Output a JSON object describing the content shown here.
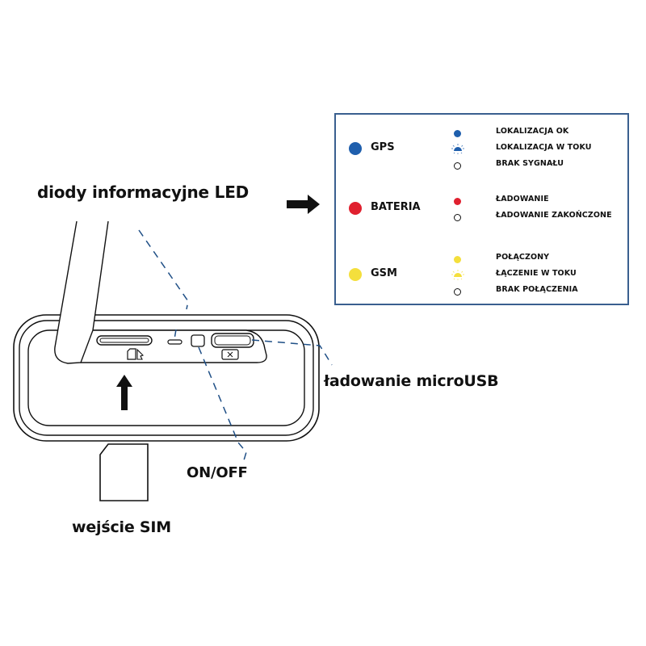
{
  "labels": {
    "led": "diody informacyjne LED",
    "usb": "ładowanie microUSB",
    "onoff": "ON/OFF",
    "sim": "wejście SIM"
  },
  "legend": {
    "groups": [
      {
        "name": "GPS",
        "color": "#1f5fad",
        "states": [
          {
            "icon": "solid",
            "text": "LOKALIZACJA OK"
          },
          {
            "icon": "blinking",
            "text": "LOKALIZACJA W TOKU"
          },
          {
            "icon": "off",
            "text": "BRAK SYGNAŁU"
          }
        ]
      },
      {
        "name": "BATERIA",
        "color": "#e0202f",
        "states": [
          {
            "icon": "solid",
            "text": "ŁADOWANIE"
          },
          {
            "icon": "off",
            "text": "ŁADOWANIE ZAKOŃCZONE"
          }
        ]
      },
      {
        "name": "GSM",
        "color": "#f4df3c",
        "states": [
          {
            "icon": "solid",
            "text": "POŁĄCZONY"
          },
          {
            "icon": "blinking",
            "text": "ŁĄCZENIE W TOKU"
          },
          {
            "icon": "off",
            "text": "BRAK POŁĄCZENIA"
          }
        ]
      }
    ]
  },
  "colors": {
    "leader_line": "#1f4f86",
    "legend_border": "#3a5f8f",
    "outline": "#111111"
  }
}
